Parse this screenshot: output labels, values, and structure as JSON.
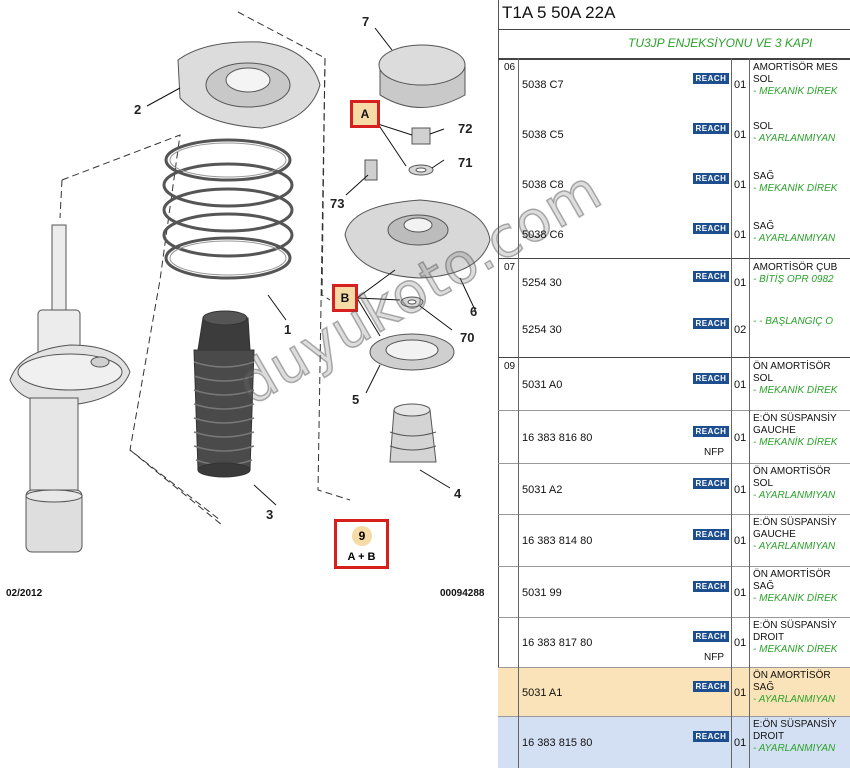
{
  "diagram": {
    "callouts": [
      "7",
      "2",
      "72",
      "71",
      "73",
      "1",
      "6",
      "70",
      "5",
      "3",
      "4"
    ],
    "box_a": "A",
    "box_b": "B",
    "kit": {
      "number": "9",
      "label": "A + B"
    },
    "footer_left": "02/2012",
    "footer_right": "00094288",
    "watermark": "duyukoto.com"
  },
  "panel": {
    "title": "T1A 5 50A 22A",
    "subheader": "TU3JP ENJEKSİYONU VE 3 KAPI",
    "badge": "REACH",
    "groups": [
      {
        "code": "06",
        "items": [
          {
            "ref": "5038 C7",
            "qty": "01",
            "title": "AMORTİSÖR MES",
            "side": "SOL",
            "note": "- MEKANİK DİREK"
          },
          {
            "ref": "5038 C5",
            "qty": "01",
            "title": "",
            "side": "SOL",
            "note": "- AYARLANMIYAN"
          },
          {
            "ref": "5038 C8",
            "qty": "01",
            "title": "",
            "side": "SAĞ",
            "note": "- MEKANİK DİREK"
          },
          {
            "ref": "5038 C6",
            "qty": "01",
            "title": "",
            "side": "SAĞ",
            "note": "- AYARLANMIYAN"
          }
        ]
      },
      {
        "code": "07",
        "items": [
          {
            "ref": "5254 30",
            "qty": "01",
            "title": "AMORTİSÖR ÇUB",
            "side": "",
            "note": "- BİTİŞ OPR 0982"
          },
          {
            "ref": "5254 30",
            "qty": "02",
            "title": "",
            "side": "",
            "note": "- - BAŞLANGIÇ O"
          }
        ]
      },
      {
        "code": "09",
        "items": [
          {
            "ref": "5031 A0",
            "qty": "01",
            "title": "ÖN AMORTİSÖR",
            "side": "SOL",
            "note": "- MEKANİK DİREK",
            "nfp": ""
          },
          {
            "ref": "16 383 816 80",
            "qty": "01",
            "title": "E:ÖN SÜSPANSİY",
            "side": "GAUCHE",
            "note": "- MEKANİK DİREK",
            "nfp": "NFP"
          },
          {
            "ref": "5031 A2",
            "qty": "01",
            "title": "ÖN AMORTİSÖR",
            "side": "SOL",
            "note": "- AYARLANMIYAN",
            "nfp": ""
          },
          {
            "ref": "16 383 814 80",
            "qty": "01",
            "title": "E:ÖN SÜSPANSİY",
            "side": "GAUCHE",
            "note": "- AYARLANMIYAN",
            "nfp": ""
          },
          {
            "ref": "5031 99",
            "qty": "01",
            "title": "ÖN AMORTİSÖR",
            "side": "SAĞ",
            "note": "- MEKANİK DİREK",
            "nfp": ""
          },
          {
            "ref": "16 383 817 80",
            "qty": "01",
            "title": "E:ÖN SÜSPANSİY",
            "side": "DROIT",
            "note": "- MEKANİK DİREK",
            "nfp": "NFP"
          },
          {
            "ref": "5031 A1",
            "qty": "01",
            "title": "ÖN AMORTİSÖR",
            "side": "SAĞ",
            "note": "- AYARLANMIYAN",
            "nfp": "",
            "highlight": "#fbe3b9"
          },
          {
            "ref": "16 383 815 80",
            "qty": "01",
            "title": "E:ÖN SÜSPANSİY",
            "side": "DROIT",
            "note": "- AYARLANMIYAN",
            "nfp": "",
            "highlight": "#d3e0f3"
          }
        ]
      }
    ]
  }
}
